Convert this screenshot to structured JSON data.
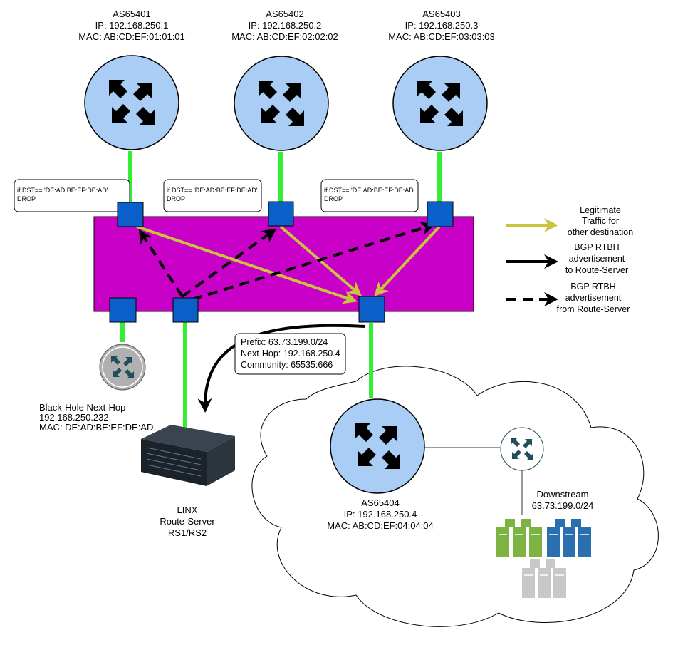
{
  "routers": [
    {
      "as": "AS65401",
      "ip": "IP: 192.168.250.1",
      "mac": "MAC: AB:CD:EF:01:01:01"
    },
    {
      "as": "AS65402",
      "ip": "IP: 192.168.250.2",
      "mac": "MAC: AB:CD:EF:02:02:02"
    },
    {
      "as": "AS65403",
      "ip": "IP: 192.168.250.3",
      "mac": "MAC: AB:CD:EF:03:03:03"
    },
    {
      "as": "AS65404",
      "ip": "IP: 192.168.250.4",
      "mac": "MAC: AB:CD:EF:04:04:04"
    }
  ],
  "filters": [
    {
      "line1": "if DST== 'DE:AD:BE:EF:DE:AD'",
      "line2": "DROP"
    },
    {
      "line1": "if DST== 'DE:AD:BE:EF:DE:AD'",
      "line2": "DROP"
    },
    {
      "line1": "if DST== 'DE:AD:BE:EF:DE:AD'",
      "line2": "DROP"
    }
  ],
  "blackhole": {
    "line1": "Black-Hole Next-Hop",
    "line2": "192.168.250.232",
    "line3": "MAC: DE:AD:BE:EF:DE:AD"
  },
  "route_server": {
    "line1": "LINX",
    "line2": "Route-Server",
    "line3": "RS1/RS2"
  },
  "advertisement": {
    "prefix": "Prefix: 63.73.199.0/24",
    "nexthop": "Next-Hop: 192.168.250.4",
    "community": "Community: 65535:666"
  },
  "downstream": {
    "line1": "Downstream",
    "line2": "63.73.199.0/24"
  },
  "legend": [
    {
      "lines": [
        "Legitimate",
        "Traffic for",
        "other destination"
      ],
      "style": "legitimate",
      "color": "#c8c43c"
    },
    {
      "lines": [
        "BGP RTBH",
        "advertisement",
        "to Route-Server"
      ],
      "style": "solid",
      "color": "#000000"
    },
    {
      "lines": [
        "BGP RTBH",
        "advertisement",
        "from Route-Server"
      ],
      "style": "dashed",
      "color": "#000000"
    }
  ],
  "colors": {
    "switch_fabric": "#c800c8",
    "port": "#0b5fc8",
    "link": "#33ee33",
    "router_fill": "#a9cdf5",
    "traffic": "#c8c43c"
  }
}
